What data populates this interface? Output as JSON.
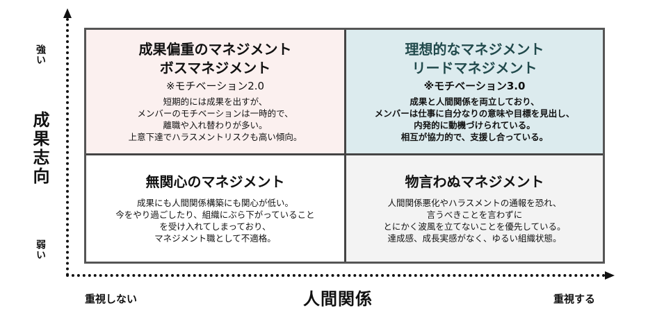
{
  "y_axis": {
    "title": "成果志向",
    "high_label": "強い",
    "low_label": "弱い"
  },
  "x_axis": {
    "title": "人間関係",
    "low_label": "重視しない",
    "high_label": "重視する"
  },
  "quadrants": {
    "top_left": {
      "title_line1": "成果偏重のマネジメント",
      "title_line2": "ボスマネジメント",
      "subtitle": "※モチベーション2.0",
      "description": [
        "短期的には成果を出すが、",
        "メンバーのモチベーションは一時的で、",
        "離職や入れ替わりが多い。",
        "上意下達でハラスメントリスクも高い傾向。"
      ],
      "background": "#fbf0ef"
    },
    "top_right": {
      "title_line1": "理想的なマネジメント",
      "title_line2": "リードマネジメント",
      "subtitle": "※モチベーション3.0",
      "description": [
        "成果と人間関係を両立しており、",
        "メンバーは仕事に自分なりの意味や目標を見出し、",
        "内発的に動機づけられている。",
        "相互が協力的で、支援し合っている。"
      ],
      "background": "#dcebee",
      "title_color": "#214a4c"
    },
    "bottom_left": {
      "title": "無関心のマネジメント",
      "description": [
        "成果にも人間関係構築にも関心が低い。",
        "今をやり過ごしたり、組織にぶら下がっていること",
        "を受け入れてしまっており、",
        "マネジメント職として不適格。"
      ],
      "background": "#ffffff"
    },
    "bottom_right": {
      "title": "物言わぬマネジメント",
      "description": [
        "人間関係悪化やハラスメントの通報を恐れ、",
        "言うべきことを言わずに",
        "とにかく波風を立てないことを優先している。",
        "達成感、成長実感がなく、ゆるい組織状態。"
      ],
      "background": "#f3f3f3"
    }
  }
}
